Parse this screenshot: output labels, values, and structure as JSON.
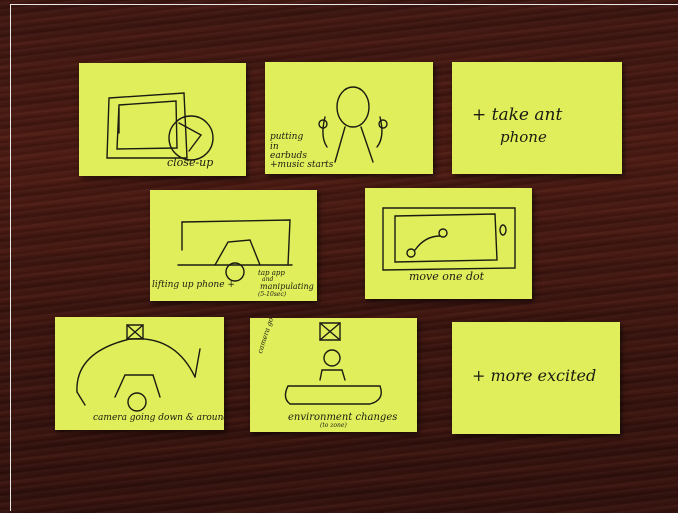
{
  "cards": [
    {
      "caption": "close-up"
    },
    {
      "caption_lines": [
        "putting",
        "in",
        "earbuds",
        "+music starts"
      ]
    },
    {
      "caption_lines": [
        "+ take ant",
        "phone"
      ]
    },
    {
      "caption": "lifting up phone +",
      "caption_note_top": "tap app",
      "caption_note_mid": "and",
      "caption_note_end": "manipulating",
      "caption_note_sub": "(5-10sec)"
    },
    {
      "caption": "move one dot"
    },
    {
      "caption": "camera going down & around"
    },
    {
      "caption": "environment changes",
      "caption_note_sub": "(to zone)",
      "caption_side": "camera goes up & around"
    },
    {
      "caption": "+ more excited"
    }
  ]
}
